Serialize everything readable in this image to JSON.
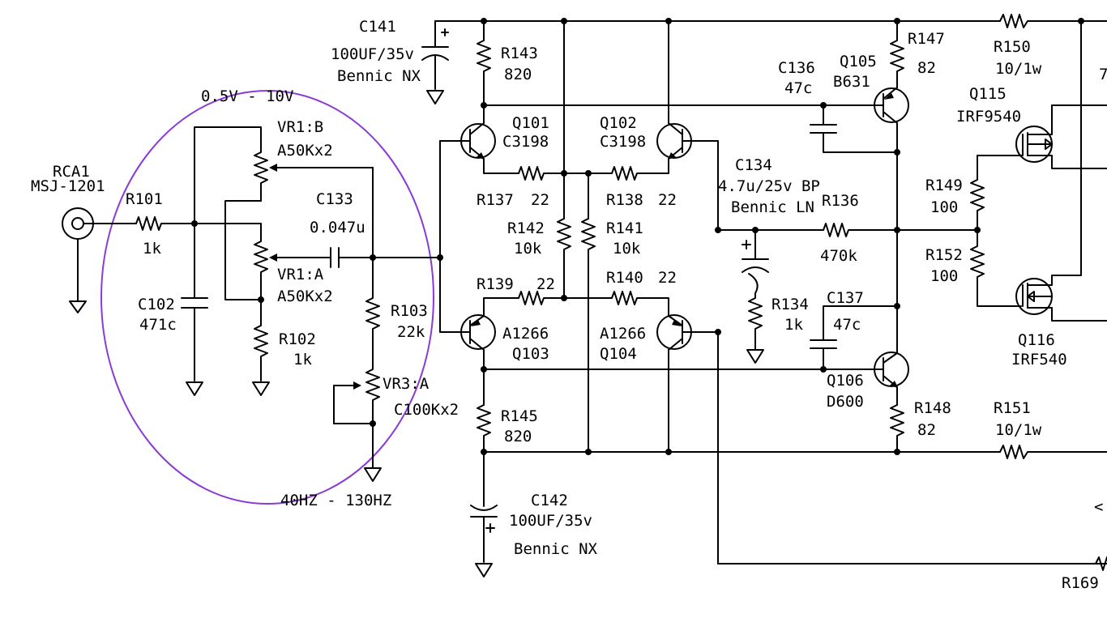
{
  "parts": {
    "rca1": {
      "name": "RCA1",
      "value": "MSJ-1201"
    },
    "r101": {
      "name": "R101",
      "value": "1k"
    },
    "c102": {
      "name": "C102",
      "value": "471c"
    },
    "vr1b": {
      "name": "VR1:B",
      "value": "A50Kx2"
    },
    "vr1a": {
      "name": "VR1:A",
      "value": "A50Kx2"
    },
    "r102": {
      "name": "R102",
      "value": "1k"
    },
    "c133": {
      "name": "C133",
      "value": "0.047u"
    },
    "r103": {
      "name": "R103",
      "value": "22k"
    },
    "vr3a": {
      "name": "VR3:A",
      "value": "C100Kx2"
    },
    "c141": {
      "name": "C141",
      "value": "100UF/35v",
      "brand": "Bennic NX"
    },
    "r143": {
      "name": "R143",
      "value": "820"
    },
    "q101": {
      "name": "Q101",
      "value": "C3198"
    },
    "q102": {
      "name": "Q102",
      "value": "C3198"
    },
    "r137": {
      "name": "R137",
      "value": "22"
    },
    "r138": {
      "name": "R138",
      "value": "22"
    },
    "r142": {
      "name": "R142",
      "value": "10k"
    },
    "r141": {
      "name": "R141",
      "value": "10k"
    },
    "r139": {
      "name": "R139",
      "value": "22"
    },
    "r140": {
      "name": "R140",
      "value": "22"
    },
    "q103": {
      "name": "Q103",
      "value": "A1266"
    },
    "q104": {
      "name": "Q104",
      "value": "A1266"
    },
    "r145": {
      "name": "R145",
      "value": "820"
    },
    "c142": {
      "name": "C142",
      "value": "100UF/35v",
      "brand": "Bennic NX"
    },
    "c134": {
      "name": "C134",
      "value": "4.7u/25v BP",
      "brand": "Bennic LN"
    },
    "r136": {
      "name": "R136",
      "value": "470k"
    },
    "r134": {
      "name": "R134",
      "value": "1k"
    },
    "c136": {
      "name": "C136",
      "value": "47c"
    },
    "q105": {
      "name": "Q105",
      "value": "B631"
    },
    "r147": {
      "name": "R147",
      "value": "82"
    },
    "c137": {
      "name": "C137",
      "value": "47c"
    },
    "q106": {
      "name": "Q106",
      "value": "D600"
    },
    "r148": {
      "name": "R148",
      "value": "82"
    },
    "r150": {
      "name": "R150",
      "value": "10/1w"
    },
    "q115": {
      "name": "Q115",
      "value": "IRF9540"
    },
    "r149": {
      "name": "R149",
      "value": "100"
    },
    "r152": {
      "name": "R152",
      "value": "100"
    },
    "q116": {
      "name": "Q116",
      "value": "IRF540"
    },
    "r151": {
      "name": "R151",
      "value": "10/1w"
    },
    "r169": {
      "name": "R169"
    }
  },
  "annotations": {
    "level_range": "0.5V - 10V",
    "freq_range": "40HZ - 130HZ",
    "cut_right_top": "7",
    "cut_right_mid": "<"
  },
  "colors": {
    "wire": "#000000",
    "highlight_ring": "#8a3bd6"
  }
}
